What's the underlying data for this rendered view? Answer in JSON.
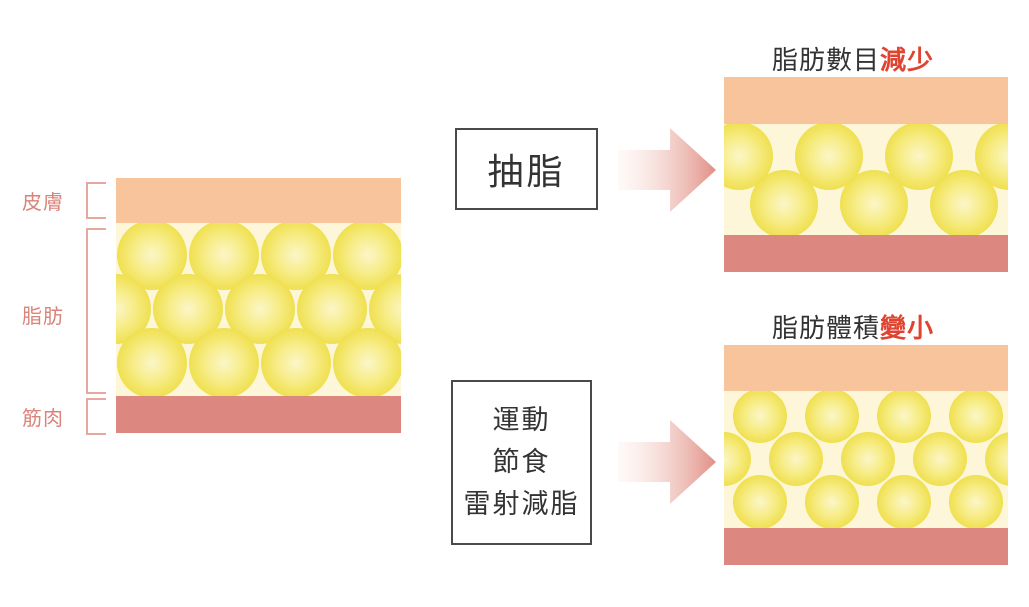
{
  "left_labels": {
    "skin": "皮膚",
    "fat": "脂肪",
    "muscle": "筋肉"
  },
  "method_top": {
    "label": "抽脂"
  },
  "method_bottom": {
    "lines": [
      "運動",
      "節食",
      "雷射減脂"
    ]
  },
  "result_top": {
    "title_plain": "脂肪數目",
    "title_highlight": "減少"
  },
  "result_bottom": {
    "title_plain": "脂肪體積",
    "title_highlight": "變小"
  },
  "colors": {
    "skin": "#f7c49b",
    "fat_bg": "#fdf6d8",
    "fat_cell": "#f5e663",
    "muscle": "#dc8780",
    "label": "#d9837a",
    "highlight": "#e0432f"
  }
}
